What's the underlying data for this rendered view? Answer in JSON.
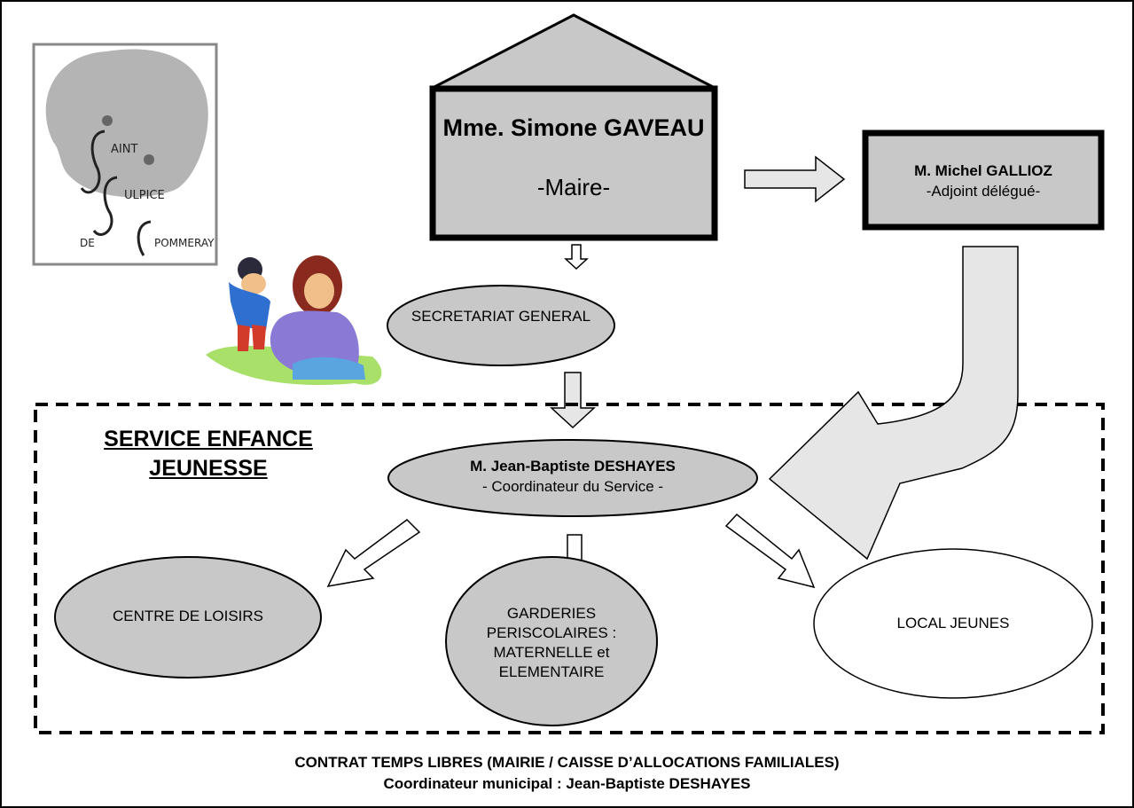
{
  "mayor": {
    "name": "Mme. Simone GAVEAU",
    "role": "-Maire-"
  },
  "deputy": {
    "name": "M. Michel GALLIOZ",
    "role": "-Adjoint délégué-"
  },
  "secretariat": {
    "label": "SECRETARIAT GENERAL"
  },
  "service": {
    "title": "SERVICE ENFANCE JEUNESSE"
  },
  "coordinator": {
    "name": "M. Jean-Baptiste DESHAYES",
    "role": "- Coordinateur du Service -"
  },
  "units": {
    "centre_loisirs": "CENTRE DE LOISIRS",
    "garderies": "GARDERIES PERISCOLAIRES : MATERNELLE et ELEMENTAIRE",
    "local_jeunes": "LOCAL JEUNES"
  },
  "logo": {
    "text": "SAINT SULPICE DE POMMERAY"
  },
  "footer": {
    "line1": "CONTRAT TEMPS LIBRES (MAIRIE / CAISSE D’ALLOCATIONS FAMILIALES)",
    "line2": "Coordinateur municipal : Jean-Baptiste DESHAYES"
  },
  "colors": {
    "shape_fill": "#c8c8c8",
    "arrow_fill": "#e6e6e6",
    "logo_bg": "#b4b4b4"
  }
}
